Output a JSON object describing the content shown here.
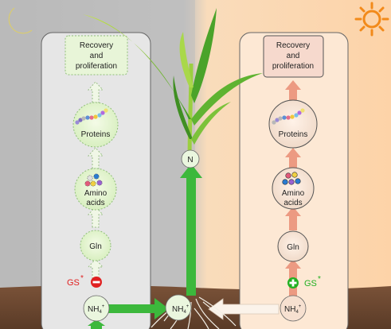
{
  "night_panel": {
    "recovery": [
      "Recovery",
      "and",
      "proliferation"
    ],
    "proteins": "Proteins",
    "amino": [
      "Amino",
      "acids"
    ],
    "gln": "Gln",
    "gs_label": "GS",
    "gs_star": "*",
    "gs_color": "#e02020",
    "nh4": "NH",
    "nh4_sub": "4",
    "nh4_sup": "+"
  },
  "day_panel": {
    "recovery": [
      "Recovery",
      "and",
      "proliferation"
    ],
    "proteins": "Proteins",
    "amino": [
      "Amino",
      "acids"
    ],
    "gln": "Gln",
    "gs_label": "GS",
    "gs_star": "*",
    "gs_color": "#22b022",
    "nh4": "NH",
    "nh4_sub": "4",
    "nh4_sup": "+"
  },
  "center": {
    "n_label": "N",
    "nh4": "NH",
    "nh4_sub": "4",
    "nh4_sup": "+"
  },
  "colors": {
    "night_bg": "#bdbdbd",
    "day_bg": "#fcd9b3",
    "soil": "#6b4a34",
    "green_arrow": "#3cb83c",
    "salmon_arrow": "#ec9a82",
    "sun": "#f28a1a",
    "moon": "#f3e58a"
  },
  "icons": [
    "moon-icon",
    "sun-icon",
    "maize-plant",
    "inhibit-icon",
    "activate-icon",
    "protein-chain-icon",
    "amino-acids-icon"
  ]
}
